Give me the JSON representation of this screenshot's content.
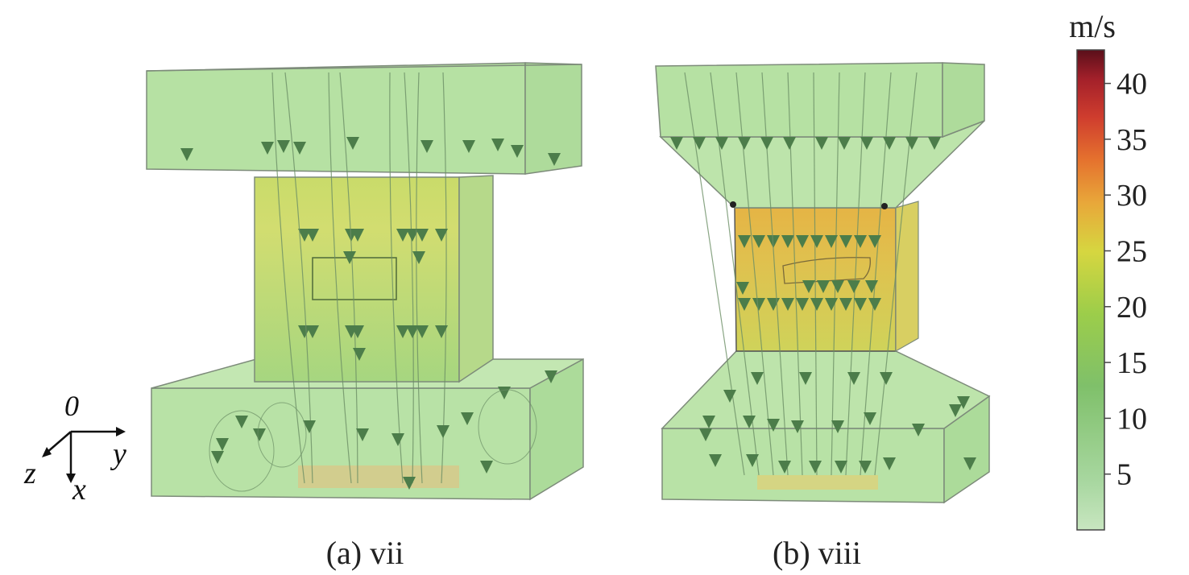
{
  "panels": [
    {
      "id": "a",
      "caption": "(a) vii"
    },
    {
      "id": "b",
      "caption": "(b) viii"
    }
  ],
  "axes_glyph": {
    "origin": "0",
    "x": "x",
    "y": "y",
    "z": "z"
  },
  "colorbar": {
    "unit": "m/s",
    "min": 0,
    "max": 43,
    "ticks": [
      "40",
      "35",
      "30",
      "25",
      "20",
      "15",
      "10",
      "5"
    ],
    "tick_values": [
      40,
      35,
      30,
      25,
      20,
      15,
      10,
      5
    ],
    "stops": [
      "#c8e6c0",
      "#8fc98f",
      "#7fc06a",
      "#9ccd4a",
      "#cfd943",
      "#e7b53a",
      "#e98a35",
      "#e35a2a",
      "#c93030",
      "#9e1e28",
      "#5a0f1a"
    ]
  },
  "colors": {
    "box_fill": "#b9e3a4",
    "box_edge": "#7a8a78",
    "throat_a": "#cfe070",
    "throat_b": "#e6c24e",
    "arrow": "#4a7f4a",
    "streamline": "#6b8f65"
  }
}
